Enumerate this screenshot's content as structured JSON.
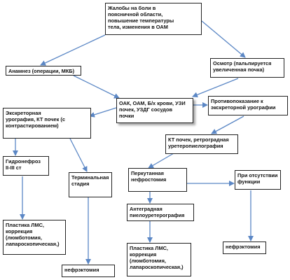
{
  "nodes": {
    "complaints": "Жалобы на боли в\nпоясничной области,\nповышение температуры\nтела, изменения  в ОАМ",
    "anamnesis": "Анамнез (операции, МКБ)",
    "exam": "Осмотр (пальпируется\nувеличенная почка)",
    "labs": "ОАК, ОАМ, Б/х крови, УЗИ\nпочек, УЗДГ сосудов\nпочки",
    "excretory": "Экскреторная\nурография, КТ почек (с\nконтрастированием)",
    "contraindication": "Противопоказание к\nэкскреторной урографии",
    "ct_retrograde": "КТ почек, ретроградная\nуретеропиелография",
    "hydronephrosis": "Гидронефроз\nII-III ст",
    "terminal": "Терминальная\nстадия",
    "percutaneous": "Перкутанная\nнефростомия",
    "no_function": "При отсутствии\nфункции",
    "antegrade": "Антеградная\nпиелоуретерография",
    "plasty_left": "Пластика ЛМС,\nкоррекция\n(люмботомия,\nлапароскопическая,)",
    "nephrectomy_left": "нефрэктомия",
    "plasty_right": "Пластика ЛМС,\nкоррекция\n(люмботомия,\nлапароскопическая,)",
    "nephrectomy_right": "нефрэктомия"
  },
  "colors": {
    "arrow": "#5b87c5",
    "border": "#222222"
  }
}
